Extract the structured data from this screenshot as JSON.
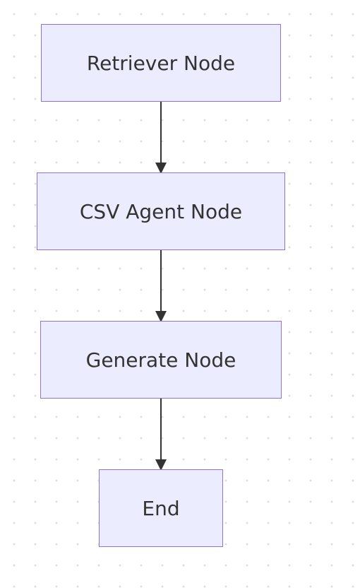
{
  "diagram": {
    "nodes": [
      {
        "id": "retriever",
        "label": "Retriever Node"
      },
      {
        "id": "csv_agent",
        "label": "CSV Agent Node"
      },
      {
        "id": "generate",
        "label": "Generate Node"
      },
      {
        "id": "end",
        "label": "End"
      }
    ],
    "edges": [
      {
        "from": "retriever",
        "to": "csv_agent"
      },
      {
        "from": "csv_agent",
        "to": "generate"
      },
      {
        "from": "generate",
        "to": "end"
      }
    ],
    "colors": {
      "node_fill": "#ececff",
      "node_border": "#9370db",
      "text": "#333333",
      "edge": "#333333",
      "background_dots": "#dcdcdc"
    }
  }
}
